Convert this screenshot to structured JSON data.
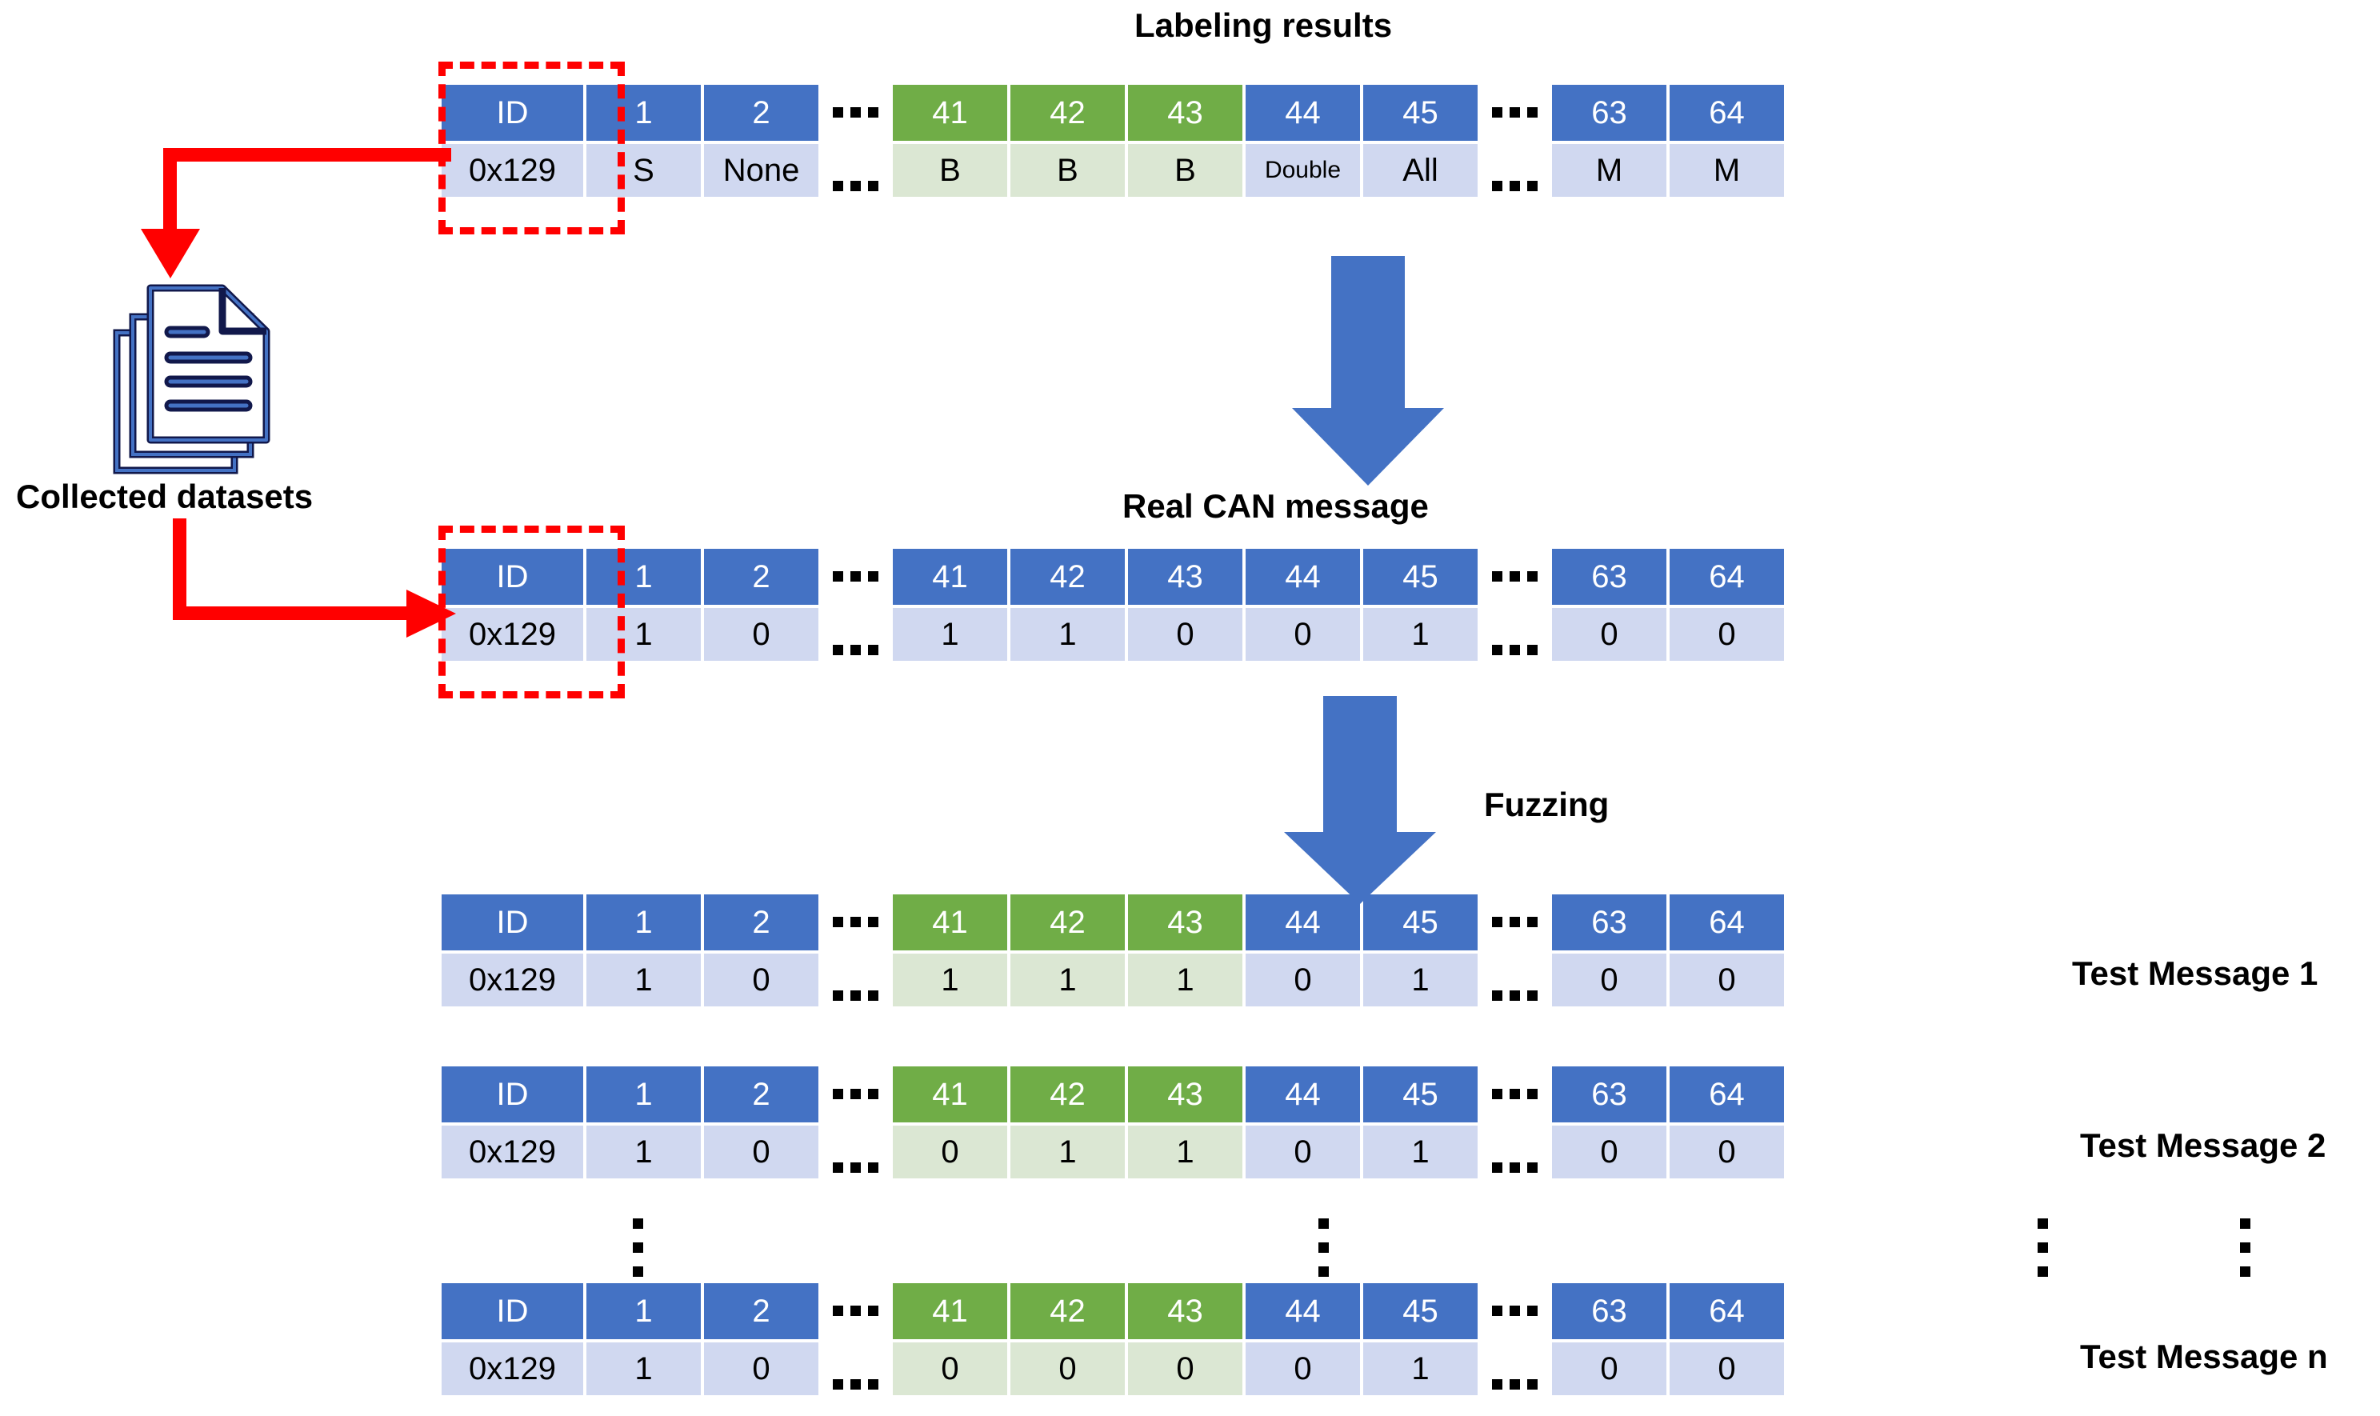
{
  "captions": {
    "labeling_results": "Labeling results",
    "real_can_message": "Real CAN message",
    "fuzzing": "Fuzzing",
    "collected_datasets": "Collected datasets"
  },
  "icons": {
    "documents": "documents-icon",
    "arrow_down_1": "blue-down-arrow-icon",
    "arrow_down_2": "blue-down-arrow-icon",
    "red_arrow_to_datasets": "red-elbow-arrow-icon",
    "red_arrow_to_real_can": "red-elbow-arrow-icon",
    "highlight_labeling": "red-dashed-highlight-box",
    "highlight_real_can": "red-dashed-highlight-box"
  },
  "colors": {
    "header_blue": "#4472c4",
    "header_green": "#70ad47",
    "value_blue": "#d0d8f0",
    "value_green": "#dbe7d3",
    "highlight_red": "#ff0000",
    "text_dark": "#000000"
  },
  "tables": {
    "labeling_results": {
      "name": "Labeling results",
      "headers": [
        "ID",
        "1",
        "2",
        "...",
        "41",
        "42",
        "43",
        "44",
        "45",
        "...",
        "63",
        "64"
      ],
      "header_colors": [
        "blue",
        "blue",
        "blue",
        "dots",
        "green",
        "green",
        "green",
        "blue",
        "blue",
        "dots",
        "blue",
        "blue"
      ],
      "values": [
        "0x129",
        "S",
        "None",
        "...",
        "B",
        "B",
        "B",
        "Double",
        "All",
        "...",
        "M",
        "M"
      ],
      "value_colors": [
        "blue",
        "blue",
        "blue",
        "dots",
        "green",
        "green",
        "green",
        "blue",
        "blue",
        "dots",
        "blue",
        "blue"
      ],
      "small_value_indices": [
        6
      ]
    },
    "real_can_message": {
      "name": "Real CAN message",
      "headers": [
        "ID",
        "1",
        "2",
        "...",
        "41",
        "42",
        "43",
        "44",
        "45",
        "...",
        "63",
        "64"
      ],
      "header_colors": [
        "blue",
        "blue",
        "blue",
        "dots",
        "blue",
        "blue",
        "blue",
        "blue",
        "blue",
        "dots",
        "blue",
        "blue"
      ],
      "values": [
        "0x129",
        "1",
        "0",
        "...",
        "1",
        "1",
        "0",
        "0",
        "1",
        "...",
        "0",
        "0"
      ],
      "value_colors": [
        "blue",
        "blue",
        "blue",
        "dots",
        "blue",
        "blue",
        "blue",
        "blue",
        "blue",
        "dots",
        "blue",
        "blue"
      ],
      "small_value_indices": []
    },
    "test_message_1": {
      "name": "Test Message 1",
      "headers": [
        "ID",
        "1",
        "2",
        "...",
        "41",
        "42",
        "43",
        "44",
        "45",
        "...",
        "63",
        "64"
      ],
      "header_colors": [
        "blue",
        "blue",
        "blue",
        "dots",
        "green",
        "green",
        "green",
        "blue",
        "blue",
        "dots",
        "blue",
        "blue"
      ],
      "values": [
        "0x129",
        "1",
        "0",
        "...",
        "1",
        "1",
        "1",
        "0",
        "1",
        "...",
        "0",
        "0"
      ],
      "value_colors": [
        "blue",
        "blue",
        "blue",
        "dots",
        "green",
        "green",
        "green",
        "blue",
        "blue",
        "dots",
        "blue",
        "blue"
      ],
      "small_value_indices": []
    },
    "test_message_2": {
      "name": "Test Message 2",
      "headers": [
        "ID",
        "1",
        "2",
        "...",
        "41",
        "42",
        "43",
        "44",
        "45",
        "...",
        "63",
        "64"
      ],
      "header_colors": [
        "blue",
        "blue",
        "blue",
        "dots",
        "green",
        "green",
        "green",
        "blue",
        "blue",
        "dots",
        "blue",
        "blue"
      ],
      "values": [
        "0x129",
        "1",
        "0",
        "...",
        "0",
        "1",
        "1",
        "0",
        "1",
        "...",
        "0",
        "0"
      ],
      "value_colors": [
        "blue",
        "blue",
        "blue",
        "dots",
        "green",
        "green",
        "green",
        "blue",
        "blue",
        "dots",
        "blue",
        "blue"
      ],
      "small_value_indices": []
    },
    "test_message_n": {
      "name": "Test Message n",
      "headers": [
        "ID",
        "1",
        "2",
        "...",
        "41",
        "42",
        "43",
        "44",
        "45",
        "...",
        "63",
        "64"
      ],
      "header_colors": [
        "blue",
        "blue",
        "blue",
        "dots",
        "green",
        "green",
        "green",
        "blue",
        "blue",
        "dots",
        "blue",
        "blue"
      ],
      "values": [
        "0x129",
        "1",
        "0",
        "...",
        "0",
        "0",
        "0",
        "0",
        "1",
        "...",
        "0",
        "0"
      ],
      "value_colors": [
        "blue",
        "blue",
        "blue",
        "dots",
        "green",
        "green",
        "green",
        "blue",
        "blue",
        "dots",
        "blue",
        "blue"
      ],
      "small_value_indices": []
    }
  },
  "row_labels": {
    "test_message_1": "Test Message 1",
    "test_message_2": "Test Message 2",
    "test_message_n": "Test Message n"
  }
}
